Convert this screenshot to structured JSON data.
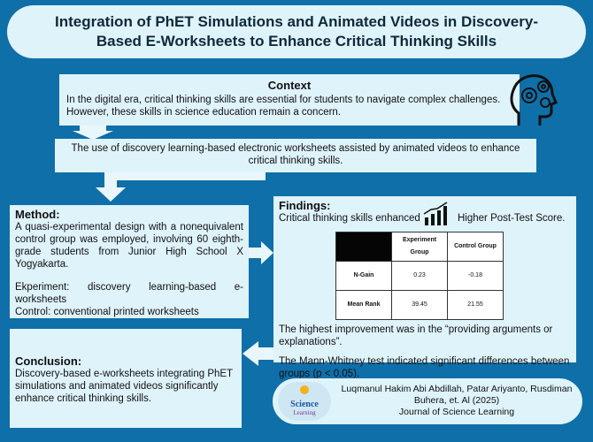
{
  "title": "Integration of PhET Simulations and Animated Videos in Discovery-Based E-Worksheets to Enhance Critical Thinking Skills",
  "context": {
    "heading": "Context",
    "text": "In the digital era, critical thinking skills are essential for students to navigate complex challenges. However, these skills in science education remain a concern."
  },
  "approach": {
    "text": "The use of discovery learning-based electronic worksheets assisted by animated videos to enhance critical thinking skills."
  },
  "method": {
    "heading": "Method:",
    "text": "A quasi-experimental design with a nonequivalent control group was employed, involving 60 eighth-grade students from Junior High School X Yogyakarta.",
    "experiment": "Ekperiment: discovery learning-based e-worksheets",
    "control": "Control: conventional printed worksheets"
  },
  "findings": {
    "heading": "Findings:",
    "enhanced": "Critical thinking skills enhanced",
    "higher": "Higher Post-Test Score.",
    "table": {
      "col1": "Experiment Group",
      "col2": "Control Group",
      "rows": [
        {
          "label": "N-Gain",
          "exp": "0.23",
          "ctrl": "-0.18"
        },
        {
          "label": "Mean Rank",
          "exp": "39.45",
          "ctrl": "21.55"
        }
      ]
    },
    "highest": "The highest improvement was in the “providing arguments or explanations”.",
    "mann": "The Mann-Whitney test indicated significant differences between groups (p < 0.05)."
  },
  "conclusion": {
    "heading": "Conclusion:",
    "text": "Discovery-based e-worksheets integrating PhET simulations and animated videos significantly enhance critical thinking skills."
  },
  "reference": {
    "logo_line1": "Science",
    "logo_line2": "Learning",
    "authors": "Luqmanul Hakim Abi Abdillah, Patar Ariyanto, Rusdiman Buhera, et. Al (2025)",
    "journal": "Journal of Science Learning"
  },
  "colors": {
    "background": "#0f6fa8",
    "box": "#dff3fb",
    "title_text": "#0d2a3a"
  }
}
